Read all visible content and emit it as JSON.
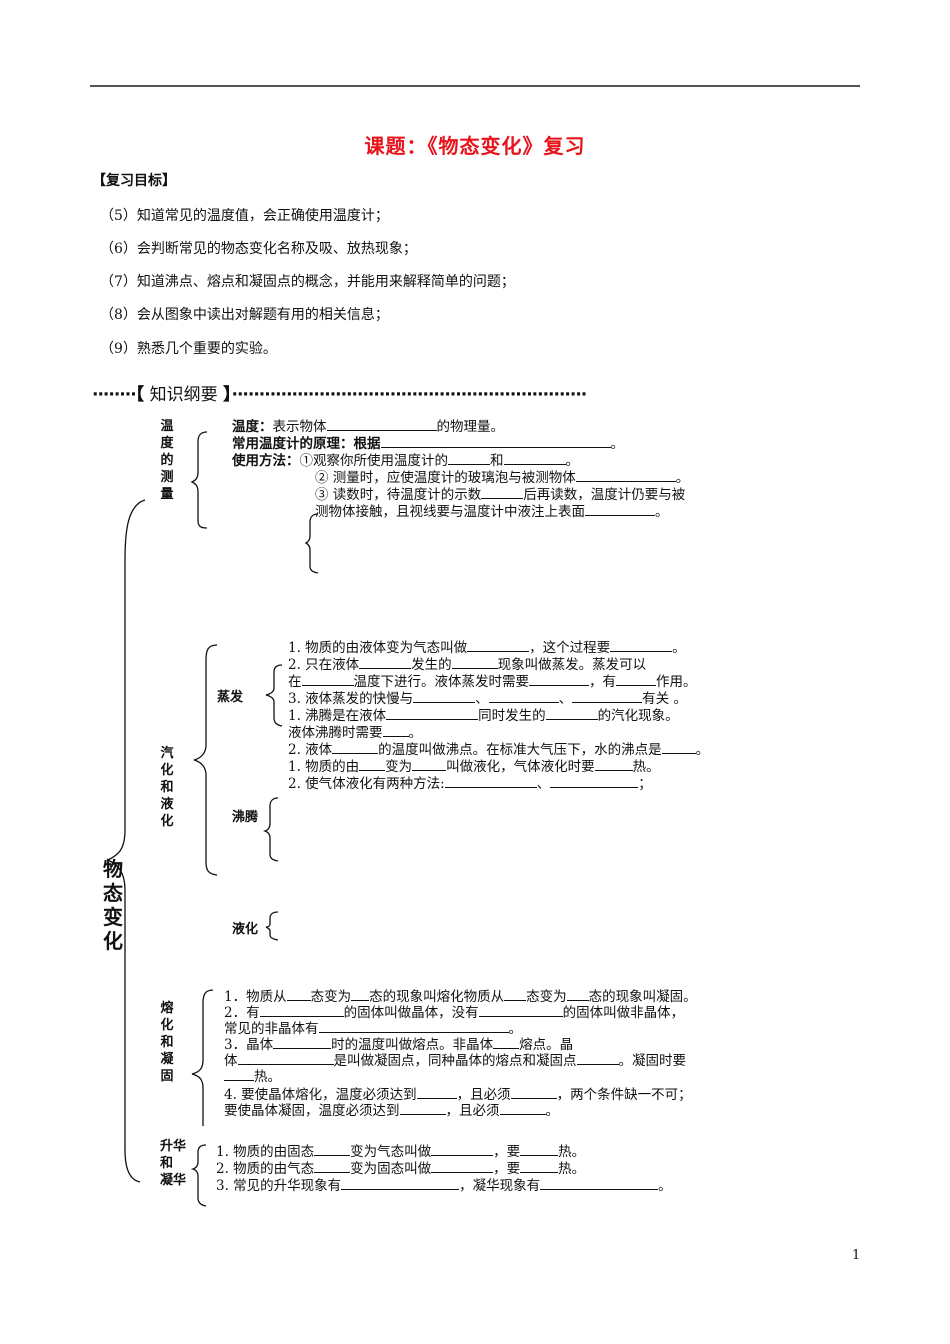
{
  "title": "课题：《物态变化》复习",
  "goals_heading": "【复习目标】",
  "goals": [
    "（5）知道常见的温度值，会正确使用温度计；",
    "（6）会判断常见的物态变化名称及吸、放热现象；",
    "（7）知道沸点、熔点和凝固点的概念，并能用来解释简单的问题；",
    "（8）会从图象中读出对解题有用的相关信息；",
    "（9）熟悉几个重要的实验。"
  ],
  "outline_heading": {
    "dots_left": "········",
    "open": "【",
    "label": " 知识纲要 ",
    "close": "】",
    "dots_right": "·································································"
  },
  "root_label": "物态变化",
  "sections": {
    "temperature": {
      "label": "温度的测量",
      "lines": {
        "l1_a": "温度：",
        "l1_b": "表示物体",
        "l1_c": "的物理量。",
        "l2_a": "常用温度计的原理：根据",
        "l2_b": "。",
        "l3_a": "使用方法：",
        "l3_b": "①观察你所使用温度计的",
        "l3_c": "和",
        "l3_d": "。",
        "l4_a": "② 测量时，应使温度计的玻璃泡与被测物体",
        "l4_b": "。",
        "l5_a": "③ 读数时，待温度计的示数",
        "l5_b": "后再读数，温度计仍要与被",
        "l6_a": "测物体接触，且视线要与温度计中液注上表面",
        "l6_b": "。"
      }
    },
    "vaporization": {
      "label": "汽化和液化",
      "sub_evaporation": "蒸发",
      "sub_boiling": "沸腾",
      "sub_liquefaction": "液化",
      "lines": {
        "e1_a": "1. 物质的由液体变为气态叫做",
        "e1_b": "，这个过程要",
        "e1_c": "。",
        "e2_a": "2. 只在液体",
        "e2_b": "发生的",
        "e2_c": "现象叫做蒸发。蒸发可以",
        "e3_a": "在",
        "e3_b": "温度下进行。液体蒸发时需要",
        "e3_c": "，有",
        "e3_d": "作用。",
        "e4_a": "3. 液体蒸发的快慢与",
        "e4_b": "、",
        "e4_c": "、",
        "e4_d": "有关 。",
        "b1_a": "1. 沸腾是在液体",
        "b1_b": "同时发生的",
        "b1_c": "的汽化现象。",
        "b2_a": "液体沸腾时需要",
        "b2_b": "。",
        "b3_a": "2. 液体",
        "b3_b": "的温度叫做沸点。在标准大气压下，水的沸点是",
        "b3_c": "。",
        "q1_a": "1. 物质的由",
        "q1_b": "变为",
        "q1_c": "叫做液化，气体液化时要",
        "q1_d": "热。",
        "q2_a": "2. 使气体液化有两种方法:",
        "q2_b": "、",
        "q2_c": "；"
      }
    },
    "melting": {
      "label": "熔化和凝固",
      "lines": {
        "m1_a": "1．物质从",
        "m1_b": "态变为",
        "m1_c": "态的现象叫熔化物质从",
        "m1_d": "态变为",
        "m1_e": "态的现象叫凝固。",
        "m2_a": "2．有",
        "m2_b": "的固体叫做晶体，没有",
        "m2_c": "的固体叫做非晶体，",
        "m3_a": "常见的非晶体有",
        "m3_b": "。",
        "m4_a": "3．晶体",
        "m4_b": "时的温度叫做熔点。非晶体",
        "m4_c": "熔点。晶",
        "m5_a": "体",
        "m5_b": "是叫做凝固点，同种晶体的熔点和凝固点",
        "m5_c": "。凝固时要",
        "m6_a": "热。",
        "m7_a": "4. 要使晶体熔化，温度必须达到",
        "m7_b": "，且必须",
        "m7_c": "，两个条件缺一不可；",
        "m8_a": "要使晶体凝固，温度必须达到",
        "m8_b": "，且必须",
        "m8_c": "。"
      }
    },
    "sublimation": {
      "label_line1": "升华",
      "label_line2": "和",
      "label_line3": "凝华",
      "lines": {
        "s1_a": "1. 物质的由固态",
        "s1_b": "变为气态叫做",
        "s1_c": "，要",
        "s1_d": "热。",
        "s2_a": "2. 物质的由气态",
        "s2_b": "变为固态叫做",
        "s2_c": "，要",
        "s2_d": "热。",
        "s3_a": "3. 常见的升华现象有",
        "s3_b": "，凝华现象有",
        "s3_c": "。"
      }
    }
  },
  "page_number": "1"
}
